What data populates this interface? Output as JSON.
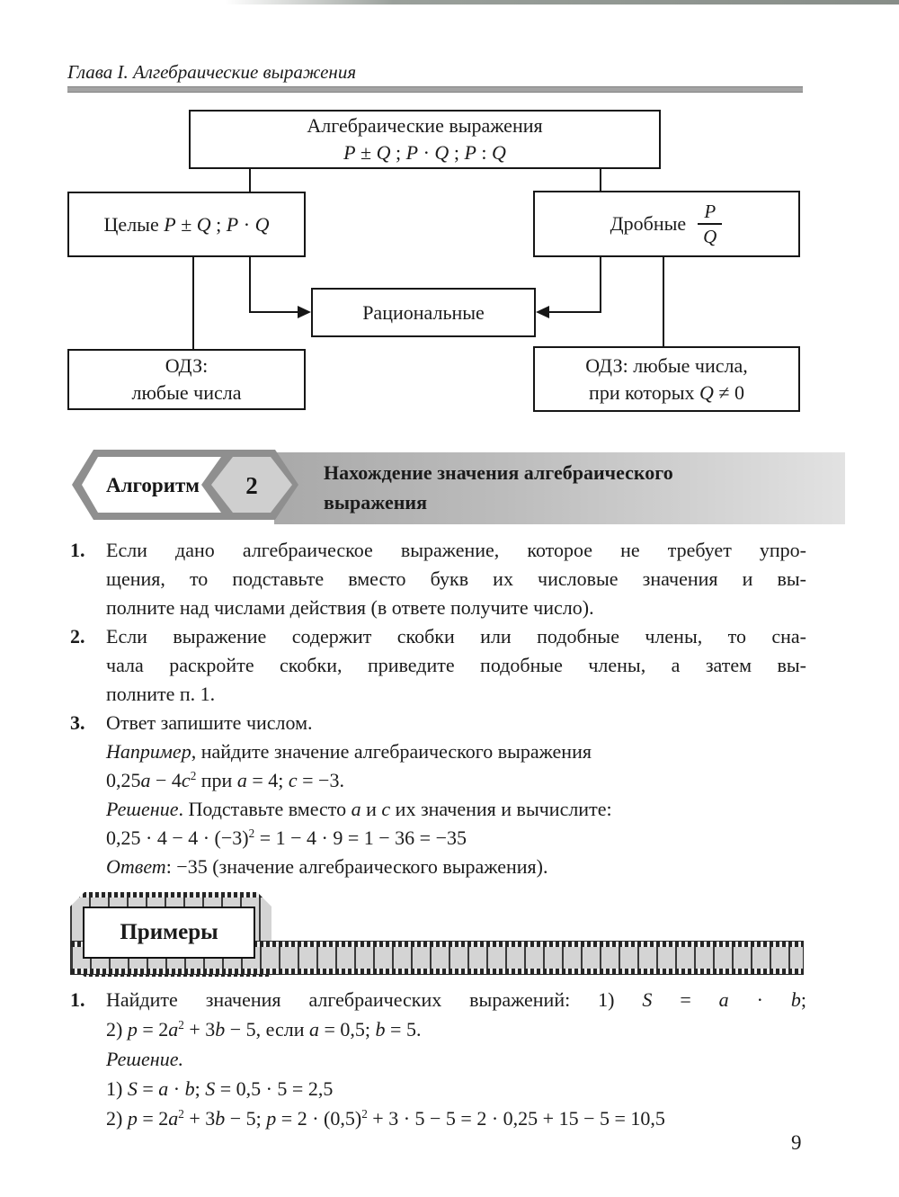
{
  "page": {
    "header": "Глава I. Алгебраические выражения",
    "page_number": "9"
  },
  "flowchart": {
    "top_box": {
      "line1": "Алгебраические выражения",
      "math": [
        {
          "t": "P",
          "s": "i"
        },
        {
          "t": " ± ",
          "s": "n"
        },
        {
          "t": "Q",
          "s": "i"
        },
        {
          "t": " ;  ",
          "s": "n"
        },
        {
          "t": "P",
          "s": "i"
        },
        {
          "t": " · ",
          "s": "n"
        },
        {
          "t": "Q",
          "s": "i"
        },
        {
          "t": " ;  ",
          "s": "n"
        },
        {
          "t": "P",
          "s": "i"
        },
        {
          "t": " : ",
          "s": "n"
        },
        {
          "t": "Q",
          "s": "i"
        }
      ]
    },
    "left_box": [
      {
        "t": "Целые  ",
        "s": "n"
      },
      {
        "t": "P",
        "s": "i"
      },
      {
        "t": " ± ",
        "s": "n"
      },
      {
        "t": "Q",
        "s": "i"
      },
      {
        "t": " ;  ",
        "s": "n"
      },
      {
        "t": "P",
        "s": "i"
      },
      {
        "t": " · ",
        "s": "n"
      },
      {
        "t": "Q",
        "s": "i"
      }
    ],
    "right_box": {
      "label": "Дробные",
      "frac_num": "P",
      "frac_den": "Q"
    },
    "middle_box": "Рациональные",
    "bottom_left_box": {
      "line1": "ОДЗ:",
      "line2": "любые числа"
    },
    "bottom_right_box": {
      "line1": "ОДЗ: любые числа,",
      "line2": [
        {
          "t": "при которых ",
          "s": "n"
        },
        {
          "t": "Q",
          "s": "i"
        },
        {
          "t": " ≠ 0",
          "s": "n"
        }
      ]
    }
  },
  "algorithm_banner": {
    "label": "Алгоритм",
    "number": "2",
    "title_line1": "Нахождение значения алгебраического",
    "title_line2": "выражения"
  },
  "steps": [
    {
      "num": "1.",
      "lines": [
        "Если дано алгебраическое выражение, которое не требует упро-",
        "щения, то подставьте вместо букв их числовые значения и вы-",
        "полните над числами действия (в ответе получите число)."
      ]
    },
    {
      "num": "2.",
      "lines": [
        "Если выражение содержит скобки или подобные члены, то сна-",
        "чала раскройте скобки, приведите подобные члены, а затем вы-",
        "полните п. 1."
      ]
    },
    {
      "num": "3.",
      "lines": [
        "Ответ запишите числом."
      ]
    }
  ],
  "worked_example": {
    "intro": [
      {
        "t": "Например",
        "s": "i"
      },
      {
        "t": ", найдите значение алгебраического выражения",
        "s": "n"
      }
    ],
    "expr": [
      {
        "t": "0,25",
        "s": "n"
      },
      {
        "t": "a",
        "s": "i"
      },
      {
        "t": " − 4",
        "s": "n"
      },
      {
        "t": "c",
        "s": "i"
      },
      {
        "t": "2",
        "s": "sup"
      },
      {
        "t": " при ",
        "s": "n"
      },
      {
        "t": "a",
        "s": "i"
      },
      {
        "t": " = 4; ",
        "s": "n"
      },
      {
        "t": "c",
        "s": "i"
      },
      {
        "t": " = −3.",
        "s": "n"
      }
    ],
    "solution": [
      {
        "t": "Решение",
        "s": "i"
      },
      {
        "t": ". Подставьте вместо ",
        "s": "n"
      },
      {
        "t": "a",
        "s": "i"
      },
      {
        "t": " и ",
        "s": "n"
      },
      {
        "t": "c",
        "s": "i"
      },
      {
        "t": " их значения и вычислите:",
        "s": "n"
      }
    ],
    "compute": [
      {
        "t": "0,25 · 4 − 4 · (−3)",
        "s": "n"
      },
      {
        "t": "2",
        "s": "sup"
      },
      {
        "t": " = 1 − 4 · 9 = 1 − 36 = −35",
        "s": "n"
      }
    ],
    "answer": [
      {
        "t": "Ответ",
        "s": "i"
      },
      {
        "t": ": −35 (значение алгебраического выражения).",
        "s": "n"
      }
    ]
  },
  "examples_banner": {
    "label": "Примеры"
  },
  "exercise": {
    "num": "1.",
    "l1": [
      {
        "t": "Найдите значения алгебраических выражений: 1) ",
        "s": "n"
      },
      {
        "t": "S",
        "s": "i"
      },
      {
        "t": " = ",
        "s": "n"
      },
      {
        "t": "a",
        "s": "i"
      },
      {
        "t": " · ",
        "s": "n"
      },
      {
        "t": "b",
        "s": "i"
      },
      {
        "t": ";",
        "s": "n"
      }
    ],
    "l2": [
      {
        "t": "2) ",
        "s": "n"
      },
      {
        "t": "p",
        "s": "i"
      },
      {
        "t": " = 2",
        "s": "n"
      },
      {
        "t": "a",
        "s": "i"
      },
      {
        "t": "2",
        "s": "sup"
      },
      {
        "t": " + 3",
        "s": "n"
      },
      {
        "t": "b",
        "s": "i"
      },
      {
        "t": " − 5, если ",
        "s": "n"
      },
      {
        "t": "a",
        "s": "i"
      },
      {
        "t": " = 0,5; ",
        "s": "n"
      },
      {
        "t": "b",
        "s": "i"
      },
      {
        "t": " = 5.",
        "s": "n"
      }
    ],
    "l3": [
      {
        "t": "Решение.",
        "s": "i"
      }
    ],
    "l4": [
      {
        "t": "1)  ",
        "s": "n"
      },
      {
        "t": "S",
        "s": "i"
      },
      {
        "t": " = ",
        "s": "n"
      },
      {
        "t": "a",
        "s": "i"
      },
      {
        "t": " · ",
        "s": "n"
      },
      {
        "t": "b",
        "s": "i"
      },
      {
        "t": ";  ",
        "s": "n"
      },
      {
        "t": "S",
        "s": "i"
      },
      {
        "t": " = 0,5 · 5 = 2,5",
        "s": "n"
      }
    ],
    "l5": [
      {
        "t": "2)  ",
        "s": "n"
      },
      {
        "t": "p",
        "s": "i"
      },
      {
        "t": " = 2",
        "s": "n"
      },
      {
        "t": "a",
        "s": "i"
      },
      {
        "t": "2",
        "s": "sup"
      },
      {
        "t": " + 3",
        "s": "n"
      },
      {
        "t": "b",
        "s": "i"
      },
      {
        "t": " − 5;  ",
        "s": "n"
      },
      {
        "t": "p",
        "s": "i"
      },
      {
        "t": " = 2 · (0,5)",
        "s": "n"
      },
      {
        "t": "2",
        "s": "sup"
      },
      {
        "t": " + 3 · 5 − 5 = 2 · 0,25 + 15 − 5 = 10,5",
        "s": "n"
      }
    ]
  }
}
